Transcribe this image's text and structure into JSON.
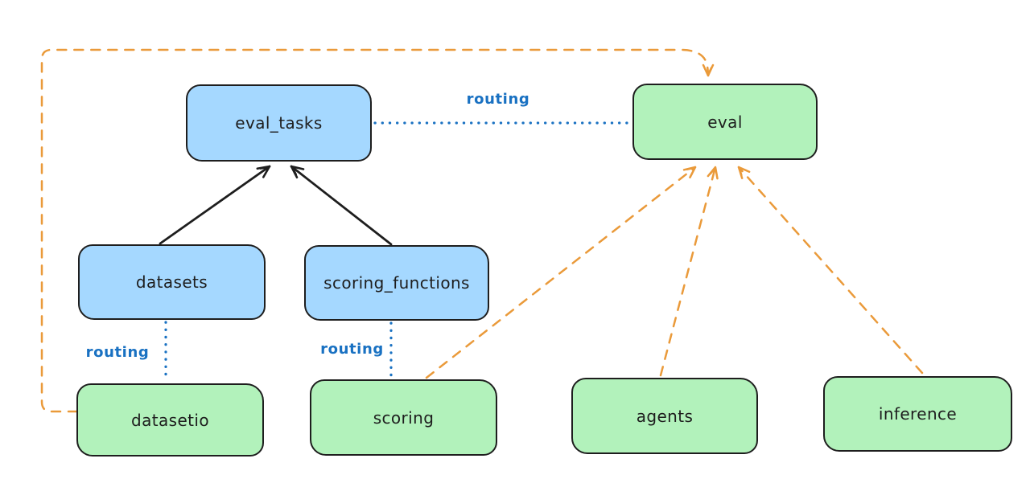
{
  "diagram": {
    "nodes": {
      "eval_tasks": {
        "label": "eval_tasks",
        "variant": "blue"
      },
      "datasets": {
        "label": "datasets",
        "variant": "blue"
      },
      "scoring_functions": {
        "label": "scoring_functions",
        "variant": "blue"
      },
      "eval": {
        "label": "eval",
        "variant": "green"
      },
      "datasetio": {
        "label": "datasetio",
        "variant": "green"
      },
      "scoring": {
        "label": "scoring",
        "variant": "green"
      },
      "agents": {
        "label": "agents",
        "variant": "green"
      },
      "inference": {
        "label": "inference",
        "variant": "green"
      }
    },
    "edge_labels": {
      "routing_eval_tasks_to_eval": "routing",
      "routing_datasets_to_datasetio": "routing",
      "routing_scoring_functions_to_scoring": "routing"
    },
    "colors": {
      "blue_node_fill": "#a5d8ff",
      "green_node_fill": "#b2f2bb",
      "node_border": "#1e1e1e",
      "black_arrow": "#1e1e1e",
      "orange_dashed_arrow": "#ea9a3a",
      "blue_routing": "#1971c2",
      "background": "#ffffff"
    }
  }
}
